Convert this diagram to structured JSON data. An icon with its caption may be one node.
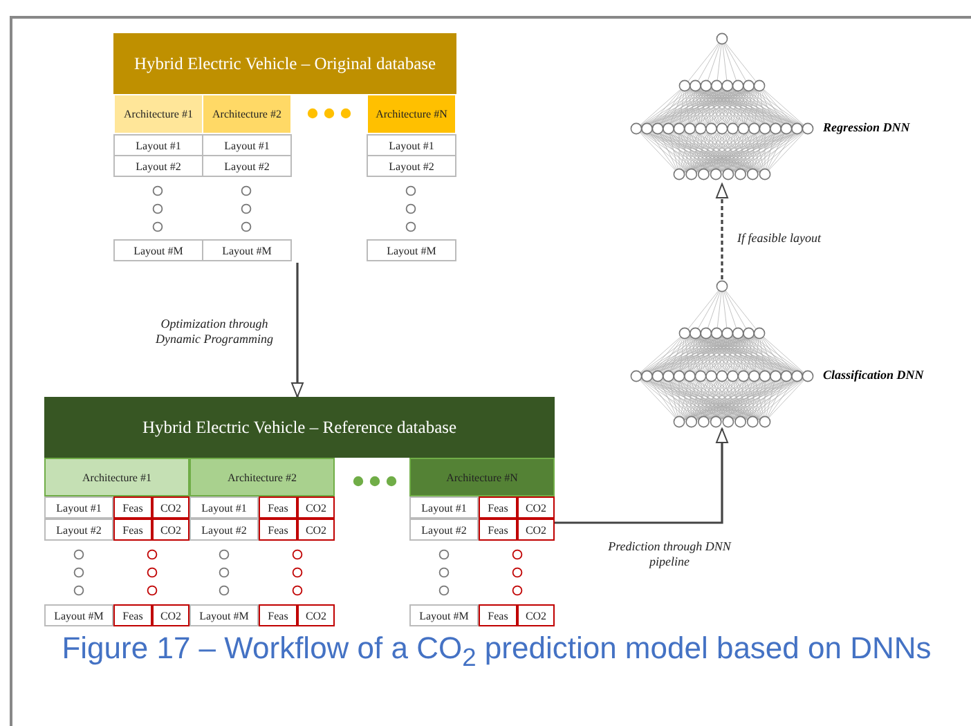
{
  "diagram": {
    "caption": "Figure 17 – Workflow of a CO$_{2}$ prediction model based on DNNs",
    "nodes": [
      {
        "text": [
          "Hybrid Electric Vehicle – Original database"
        ]
      },
      {
        "text": [
          "Hybrid Electric Vehicle – Reference database"
        ]
      },
      {
        "text": [
          "Classification DNN"
        ]
      },
      {
        "text": [
          "Regression DNN"
        ]
      }
    ],
    "edges": [
      {
        "from": 0,
        "to": 1,
        "arrow": "to",
        "label": "Optimization through Dynamic Programming"
      },
      {
        "from": 1,
        "to": 2,
        "arrow": "to",
        "label": "Prediction through DNN pipeline"
      },
      {
        "from": 2,
        "to": 3,
        "arrow": "to",
        "label": "If feasible layout",
        "style": "dashed"
      }
    ],
    "labels": [
      "Architecture #1",
      "Architecture #2",
      "Architecture #N",
      "Layout #1",
      "Layout #1",
      "Layout #1",
      "Layout #2",
      "Layout #2",
      "Layout #2",
      "Layout #M",
      "Layout #M",
      "Layout #M",
      "Architecture #1",
      "Architecture #2",
      "Architecture #N",
      "Layout #1",
      "Feas",
      "CO2",
      "Layout #1",
      "Feas",
      "CO2",
      "Layout #1",
      "Feas",
      "CO2",
      "Layout #2",
      "Feas",
      "CO2",
      "Layout #2",
      "Feas",
      "CO2",
      "Layout #2",
      "Feas",
      "CO2",
      "Layout #M",
      "Feas",
      "CO2",
      "Layout #M",
      "Feas",
      "CO2",
      "Layout #M",
      "Feas",
      "CO2"
    ]
  }
}
